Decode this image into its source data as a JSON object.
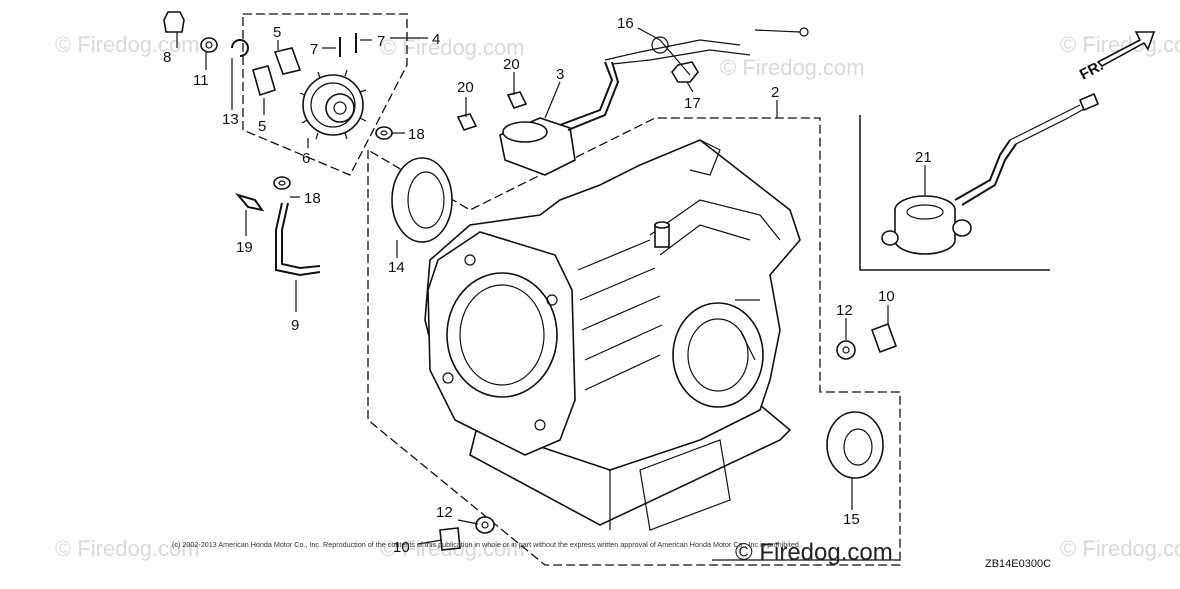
{
  "diagram": {
    "watermark_text": "© Firedog.com",
    "copyright": "(c) 2002-2013 American Honda Motor Co., Inc. Reproduction of the contents of this publication in whole or in part without the express written approval of American Honda Motor Co., Inc is prohibited.",
    "drawing_code": "ZB14E0300C",
    "direction_label": "FR.",
    "callouts": {
      "c1": "16",
      "c2": "20",
      "c3": "3",
      "c4": "20",
      "c5": "17",
      "c6": "2",
      "c7": "21",
      "c8": "8",
      "c9": "11",
      "c10": "13",
      "c11": "5",
      "c12": "5",
      "c13": "6",
      "c14": "7",
      "c15": "7",
      "c16": "4",
      "c17": "18",
      "c18": "18",
      "c19": "19",
      "c20": "9",
      "c21": "14",
      "c22": "12",
      "c23": "10",
      "c24": "15",
      "c25": "12",
      "c26": "10"
    }
  }
}
